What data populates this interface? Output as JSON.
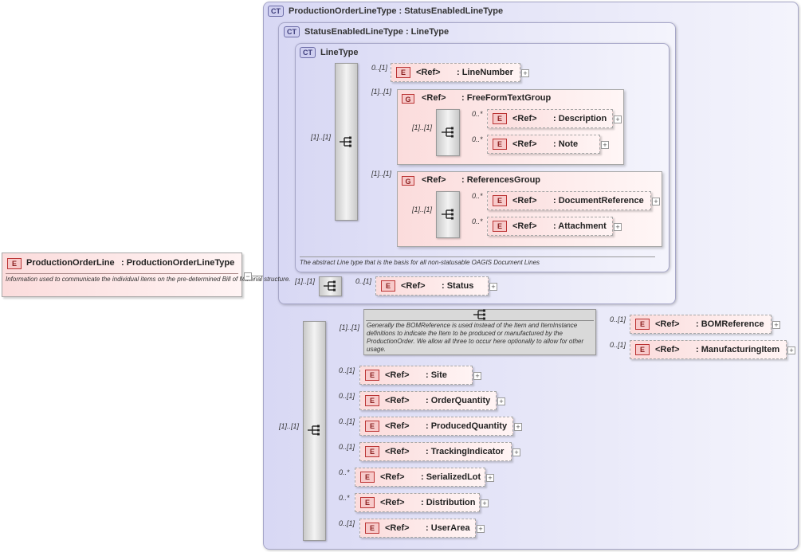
{
  "root": {
    "badge": "E",
    "name": "ProductionOrderLine",
    "type": ": ProductionOrderLineType",
    "doc": "Information used to communicate the individual items on the pre-determined Bill of Material structure.",
    "expander": "−"
  },
  "ct_outer": {
    "badge": "CT",
    "name": "ProductionOrderLineType",
    "base": ": StatusEnabledLineType"
  },
  "ct_status": {
    "badge": "CT",
    "name": "StatusEnabledLineType",
    "base": ": LineType"
  },
  "ct_line": {
    "badge": "CT",
    "name": "LineType",
    "doc": "The abstract Line type that is the basis for all non-statusable OAGIS Document Lines"
  },
  "line_children": {
    "seq_card": "[1]..[1]",
    "line_number": {
      "card": "0..[1]",
      "badge": "E",
      "ref": "<Ref>",
      "name": ": LineNumber",
      "expander": "+"
    },
    "free_form": {
      "card": "[1]..[1]",
      "badge": "G",
      "ref": "<Ref>",
      "name": ": FreeFormTextGroup",
      "seq_card": "[1]..[1]",
      "description": {
        "card": "0..*",
        "badge": "E",
        "ref": "<Ref>",
        "name": ": Description",
        "expander": "+"
      },
      "note": {
        "card": "0..*",
        "badge": "E",
        "ref": "<Ref>",
        "name": ": Note",
        "expander": "+"
      }
    },
    "references": {
      "card": "[1]..[1]",
      "badge": "G",
      "ref": "<Ref>",
      "name": ": ReferencesGroup",
      "seq_card": "[1]..[1]",
      "document_reference": {
        "card": "0..*",
        "badge": "E",
        "ref": "<Ref>",
        "name": ": DocumentReference",
        "expander": "+"
      },
      "attachment": {
        "card": "0..*",
        "badge": "E",
        "ref": "<Ref>",
        "name": ": Attachment",
        "expander": "+"
      }
    }
  },
  "status_seq": {
    "card": "[1]..[1]",
    "status": {
      "card": "0..[1]",
      "badge": "E",
      "ref": "<Ref>",
      "name": ": Status",
      "expander": "+"
    }
  },
  "prod_seq": {
    "card": "[1]..[1]",
    "choice": {
      "card": "[1]..[1]",
      "doc": "Generally the BOMReference is used instead of the Item and ItemInstance definitions to indicate the Item to be produced or manufactured by the ProductionOrder. We allow all three to occur here optionally to allow for other usage.",
      "bom": {
        "card": "0..[1]",
        "badge": "E",
        "ref": "<Ref>",
        "name": ": BOMReference",
        "expander": "+"
      },
      "mfg": {
        "card": "0..[1]",
        "badge": "E",
        "ref": "<Ref>",
        "name": ": ManufacturingItem",
        "expander": "+"
      }
    },
    "items": [
      {
        "card": "0..[1]",
        "badge": "E",
        "ref": "<Ref>",
        "name": ": Site",
        "expander": "+"
      },
      {
        "card": "0..[1]",
        "badge": "E",
        "ref": "<Ref>",
        "name": ": OrderQuantity",
        "expander": "+"
      },
      {
        "card": "0..[1]",
        "badge": "E",
        "ref": "<Ref>",
        "name": ": ProducedQuantity",
        "expander": "+"
      },
      {
        "card": "0..[1]",
        "badge": "E",
        "ref": "<Ref>",
        "name": ": TrackingIndicator",
        "expander": "+"
      },
      {
        "card": "0..*",
        "badge": "E",
        "ref": "<Ref>",
        "name": ": SerializedLot",
        "expander": "+"
      },
      {
        "card": "0..*",
        "badge": "E",
        "ref": "<Ref>",
        "name": ": Distribution",
        "expander": "+"
      },
      {
        "card": "0..[1]",
        "badge": "E",
        "ref": "<Ref>",
        "name": ": UserArea",
        "expander": "+"
      }
    ]
  }
}
